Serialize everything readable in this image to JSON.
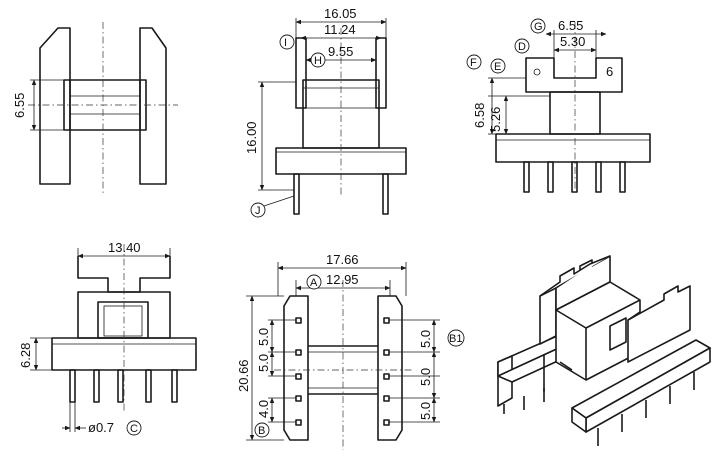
{
  "dimensions": {
    "d_6_55_left": "6.55",
    "d_16_05": "16.05",
    "d_11_24": "11.24",
    "d_9_55": "9.55",
    "d_16_00": "16.00",
    "d_6_55_right": "6.55",
    "d_5_30": "5.30",
    "d_6_58": "6.58",
    "d_5_26": "5.26",
    "d_13_40": "13.40",
    "d_6_28": "6.28",
    "d_0_7": "ø0.7",
    "d_17_66": "17.66",
    "d_12_95": "12.95",
    "d_20_66": "20.66",
    "d_5_0_a": "5.0",
    "d_5_0_b": "5.0",
    "d_4_0": "4.0",
    "d_5_0_r1": "5.0",
    "d_5_0_r2": "5.0",
    "d_5_0_r3": "5.0",
    "pin_6": "6"
  },
  "markers": {
    "I": "I",
    "H": "H",
    "J": "J",
    "G": "G",
    "D": "D",
    "F": "F",
    "E": "E",
    "A": "A",
    "B": "B",
    "B1": "B1",
    "C": "C"
  },
  "colors": {
    "line": "#1a1a1a",
    "background": "#ffffff"
  }
}
